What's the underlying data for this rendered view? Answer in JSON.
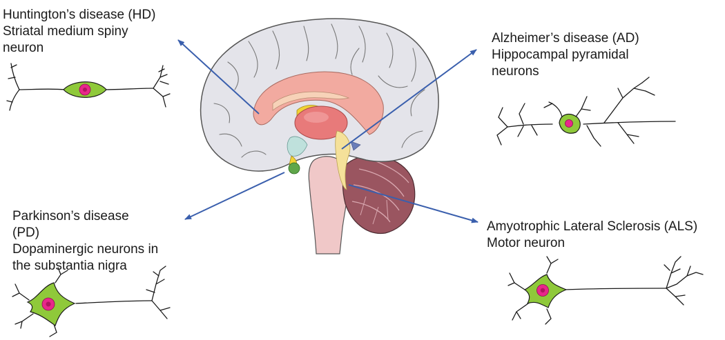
{
  "labels": {
    "hd": {
      "line1": "Huntington’s disease (HD)",
      "line2": "Striatal medium spiny",
      "line3": "neuron"
    },
    "ad": {
      "line1": "Alzheimer’s disease (AD)",
      "line2": "Hippocampal pyramidal",
      "line3": "neurons"
    },
    "pd": {
      "line1": "Parkinson’s disease",
      "line2": "(PD)",
      "line3": "Dopaminergic neurons in",
      "line4": "the substantia nigra"
    },
    "als": {
      "line1": "Amyotrophic Lateral Sclerosis (ALS)",
      "line2": "Motor neuron"
    }
  },
  "colors": {
    "arrow": "#3a5fad",
    "soma": "#8fc93a",
    "nucleus": "#e8278a",
    "cortex": "#e4e4ea",
    "corpus_callosum": "#f2aaa0",
    "thalamus": "#e87a7a",
    "brainstem": "#f0c8c8",
    "cerebellum": "#9a5560"
  }
}
